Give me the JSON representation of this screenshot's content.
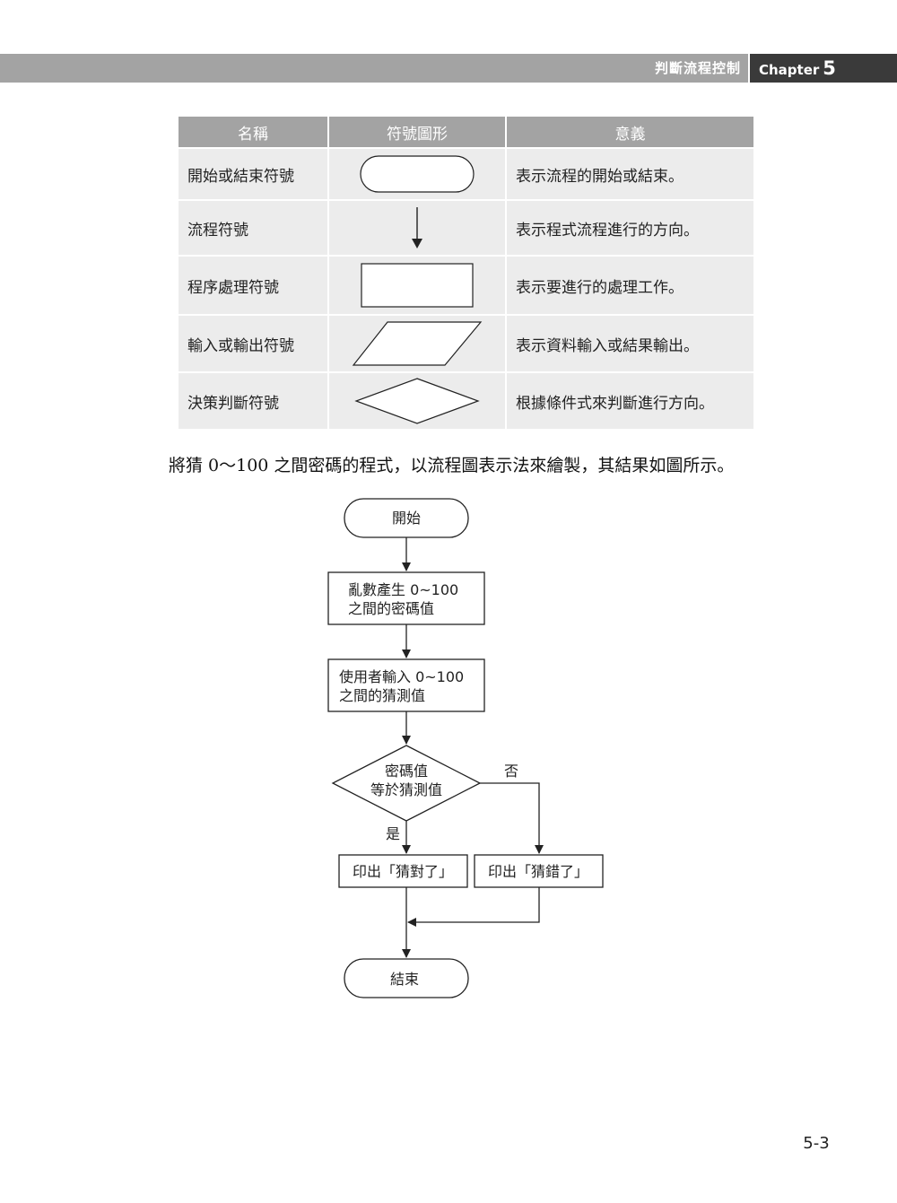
{
  "header": {
    "title": "判斷流程控制",
    "chapter_label": "Chapter",
    "chapter_number": "5"
  },
  "table": {
    "headers": [
      "名稱",
      "符號圖形",
      "意義"
    ],
    "rows": [
      {
        "name": "開始或結束符號",
        "shape": "rounded-rectangle",
        "meaning": "表示流程的開始或結束。"
      },
      {
        "name": "流程符號",
        "shape": "arrow-down",
        "meaning": "表示程式流程進行的方向。"
      },
      {
        "name": "程序處理符號",
        "shape": "rectangle",
        "meaning": "表示要進行的處理工作。"
      },
      {
        "name": "輸入或輸出符號",
        "shape": "parallelogram",
        "meaning": "表示資料輸入或結果輸出。"
      },
      {
        "name": "決策判斷符號",
        "shape": "diamond",
        "meaning": "根據條件式來判斷進行方向。"
      }
    ]
  },
  "intro_text": "將猜 0～100 之間密碼的程式，以流程圖表示法來繪製，其結果如圖所示。",
  "flowchart": {
    "start": "開始",
    "step1_line1": "亂數產生 0~100",
    "step1_line2": "之間的密碼值",
    "step2_line1": "使用者輸入 0~100",
    "step2_line2": "之間的猜測值",
    "decision_line1": "密碼值",
    "decision_line2": "等於猜測值",
    "no_label": "否",
    "yes_label": "是",
    "out_correct": "印出「猜對了」",
    "out_wrong": "印出「猜錯了」",
    "end": "結束"
  },
  "page_number": "5-3"
}
